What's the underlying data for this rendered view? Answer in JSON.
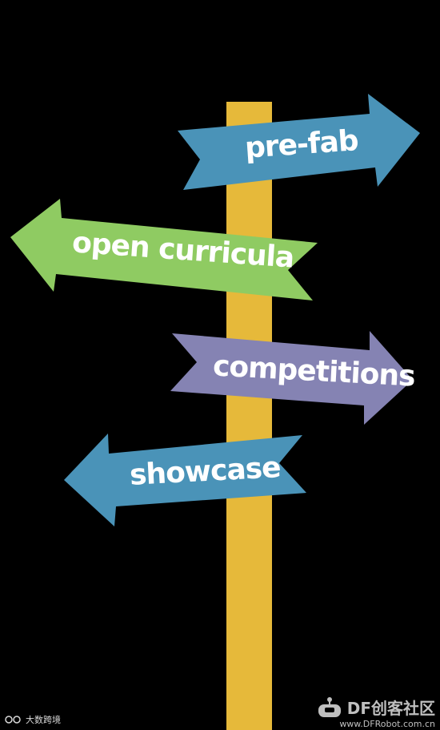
{
  "colors": {
    "background": "#000000",
    "pole": "#e6b93a",
    "sign_blue": "#4a93b8",
    "sign_green": "#8fcb62",
    "sign_purple": "#8583b3",
    "text": "#ffffff"
  },
  "signs": [
    {
      "label": "pre-fab",
      "direction": "right",
      "color": "#4a93b8"
    },
    {
      "label": "open curricula",
      "direction": "left",
      "color": "#8fcb62"
    },
    {
      "label": "competitions",
      "direction": "right",
      "color": "#8583b3"
    },
    {
      "label": "showcase",
      "direction": "left",
      "color": "#4a93b8"
    }
  ],
  "watermarks": {
    "left": "大数跨境",
    "right_brand": "DF创客社区",
    "right_url": "www.DFRobot.com.cn"
  }
}
